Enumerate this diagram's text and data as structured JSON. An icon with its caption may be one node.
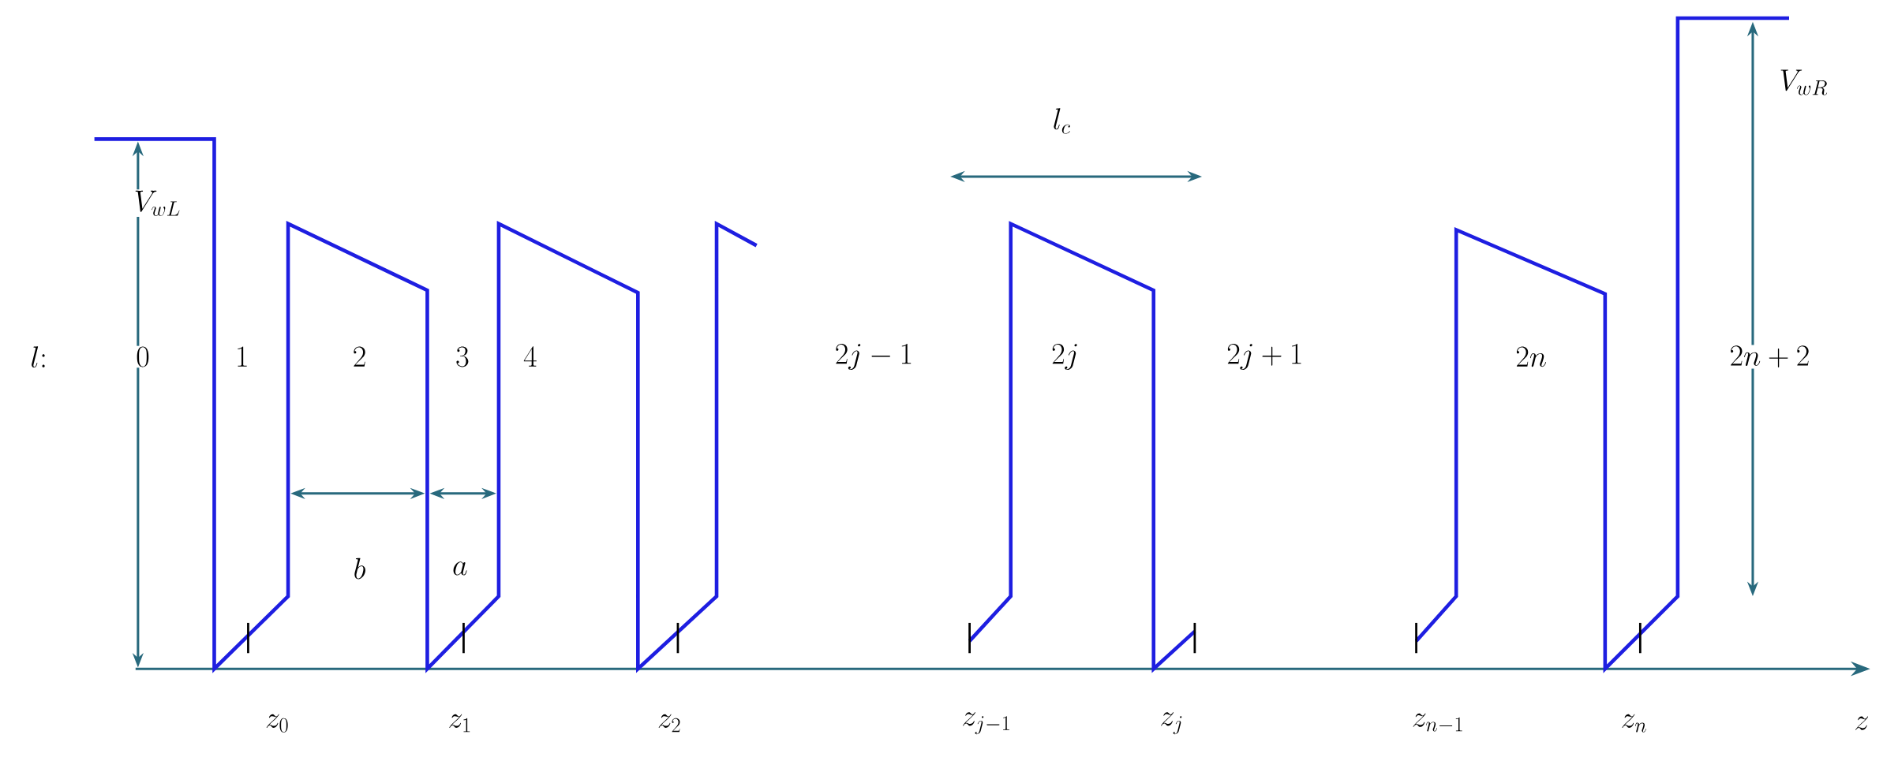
{
  "diagram": {
    "labels": [
      "V_{wR}",
      "l_c",
      "V_{wL}",
      "l\\colon",
      "0",
      "1",
      "2",
      "3",
      "4",
      "2j-1",
      "2j",
      "2j+1",
      "2n",
      "2n+2",
      "b",
      "a",
      "z_0",
      "z_1",
      "z_2",
      "z_{j-1}",
      "z_j",
      "z_{n-1}",
      "z_n",
      "z"
    ]
  }
}
